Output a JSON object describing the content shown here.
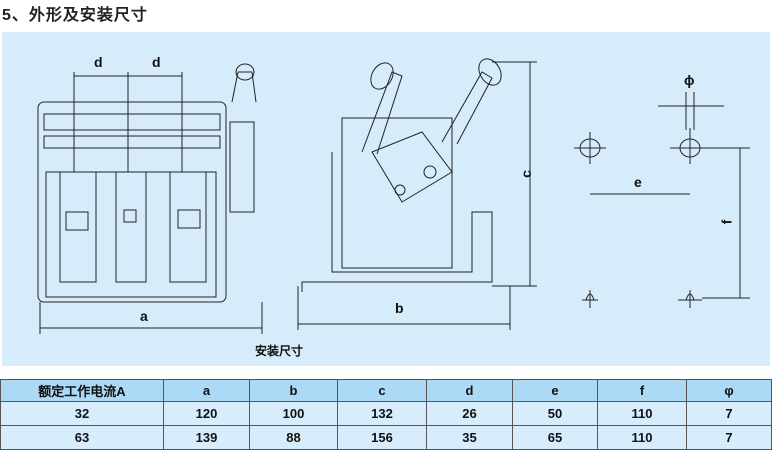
{
  "title": "5、外形及安装尺寸",
  "diagram": {
    "caption": "安装尺寸",
    "dimension_labels": {
      "a": "a",
      "b": "b",
      "c": "c",
      "d1": "d",
      "d2": "d",
      "e": "e",
      "f": "f",
      "phi": "ϕ"
    }
  },
  "table": {
    "headers": [
      "额定工作电流A",
      "a",
      "b",
      "c",
      "d",
      "e",
      "f",
      "φ"
    ],
    "rows": [
      [
        "32",
        "120",
        "100",
        "132",
        "26",
        "50",
        "110",
        "7"
      ],
      [
        "63",
        "139",
        "88",
        "156",
        "35",
        "65",
        "110",
        "7"
      ]
    ]
  }
}
